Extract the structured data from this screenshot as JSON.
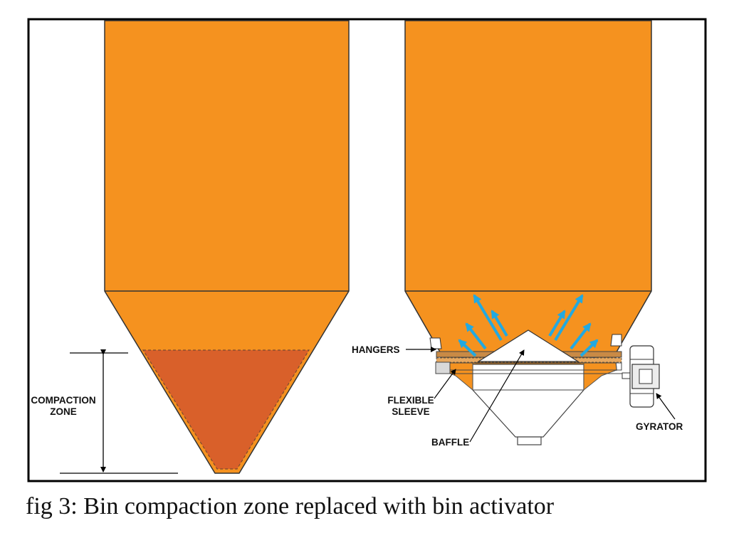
{
  "labels": {
    "compaction_zone_line1": "COMPACTION",
    "compaction_zone_line2": "ZONE",
    "hangers": "HANGERS",
    "flexible_sleeve_line1": "FLEXIBLE",
    "flexible_sleeve_line2": "SLEEVE",
    "baffle": "BAFFLE",
    "gyrator": "GYRATOR"
  },
  "caption": "fig 3: Bin compaction zone replaced with bin activator",
  "colors": {
    "bin_orange": "#F5921F",
    "compaction_orange": "#D9602A",
    "arrow_blue": "#22A9E1",
    "frame": "#000000"
  }
}
